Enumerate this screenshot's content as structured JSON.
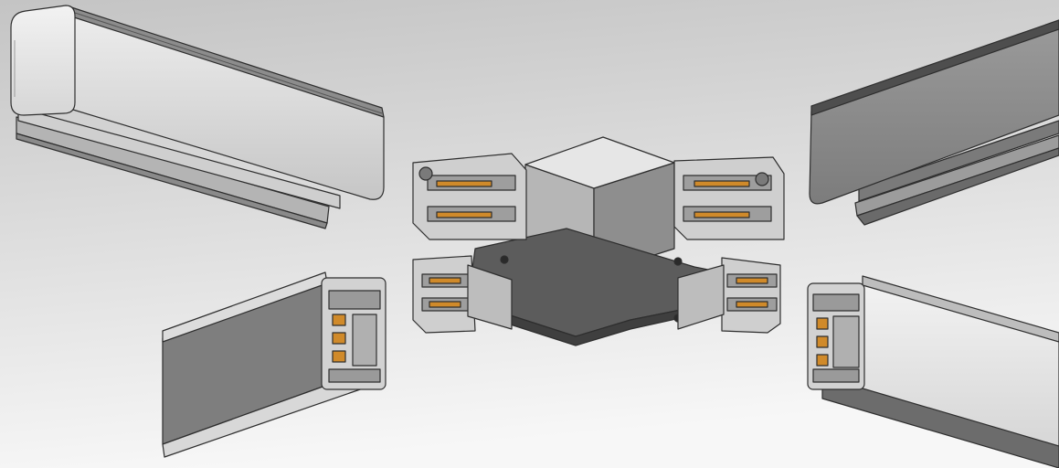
{
  "scene": {
    "subject": "track-lighting-x-connector-assembly",
    "background_top": "#c4c4c4",
    "background_bottom": "#f7f7f7"
  },
  "colors": {
    "rail_silver_light": "#e2e2e2",
    "rail_silver_mid": "#c8c8c8",
    "rail_silver_dark": "#9a9a9a",
    "rail_grey_face": "#8c8c8c",
    "rail_grey_dark": "#5a5a5a",
    "outline": "#2e2e2e",
    "connector_plate": "#5c5c5c",
    "conductor_copper": "#d08a2a"
  },
  "components": [
    {
      "id": "rail-top-left",
      "finish": "silver",
      "view": "end-cap"
    },
    {
      "id": "rail-top-right",
      "finish": "grey",
      "view": "end-cap"
    },
    {
      "id": "rail-bottom-left",
      "finish": "grey",
      "view": "profile-open"
    },
    {
      "id": "rail-bottom-right",
      "finish": "silver",
      "view": "profile-open"
    },
    {
      "id": "x-connector",
      "finish": "silver-dark-plate",
      "view": "isometric"
    }
  ]
}
